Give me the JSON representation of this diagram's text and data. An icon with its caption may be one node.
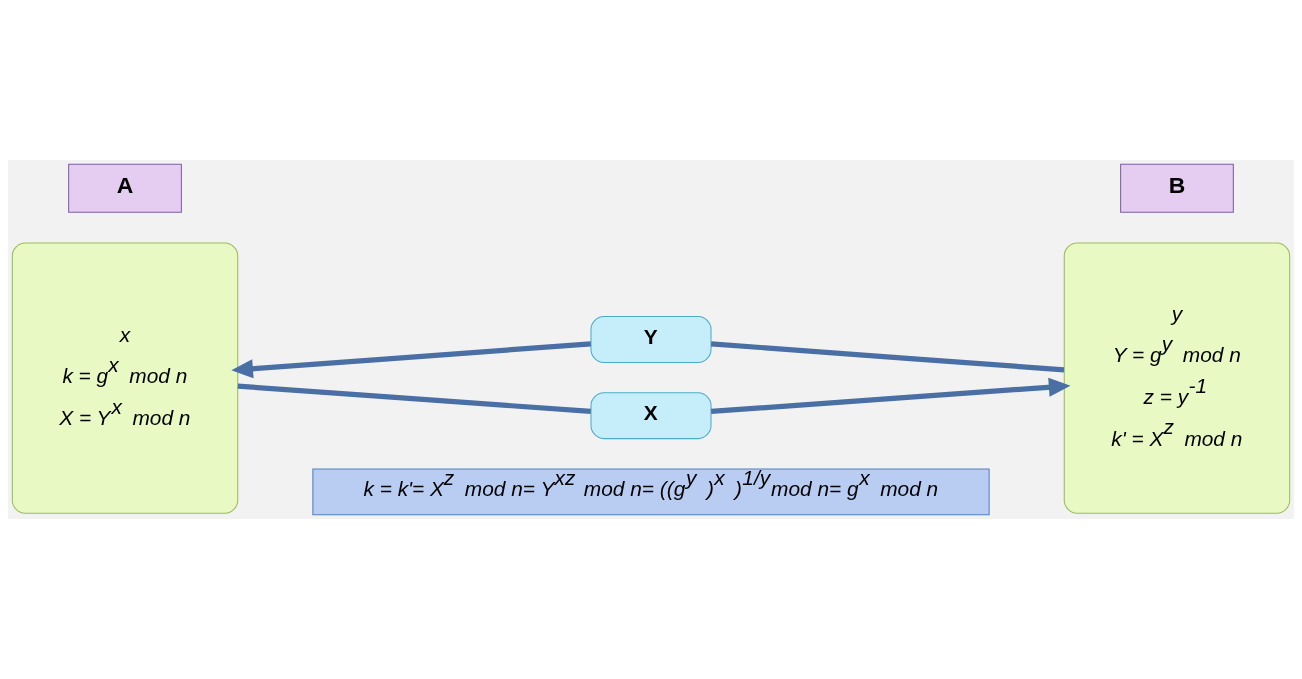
{
  "diagram": {
    "nodes": [
      {
        "text": [
          "A"
        ]
      },
      {
        "text": [
          "x",
          "k = g$^{x}$ mod n",
          "X = Y$^{x}$ mod n"
        ]
      },
      {
        "text": [
          "Y"
        ]
      },
      {
        "text": [
          "X"
        ]
      },
      {
        "text": [
          "B"
        ]
      },
      {
        "text": [
          "y",
          "Y = g$^{y}$ mod n",
          "z = y$^{-1}$",
          "k' = X$^{z}$ mod n"
        ]
      },
      {
        "text": [
          "k = k'= X$^{z}$ mod n= Y$^{xz}$ mod n= ((g$^{y}$ )$^{x}$ )$^{1/y}$mod n= g$^{x}$ mod n"
        ]
      }
    ],
    "edges": [
      {
        "from": 5,
        "to": 2,
        "arrow": "none"
      },
      {
        "from": 2,
        "to": 1,
        "arrow": "to"
      },
      {
        "from": 1,
        "to": 3,
        "arrow": "none"
      },
      {
        "from": 3,
        "to": 5,
        "arrow": "to"
      }
    ]
  }
}
